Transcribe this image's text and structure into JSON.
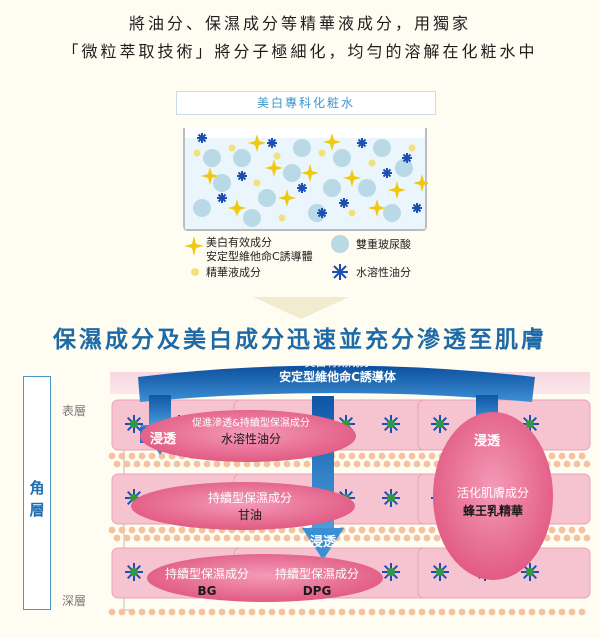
{
  "intro": {
    "line1": "將油分、保濕成分等精華液成分，用獨家",
    "line2": "「微粒萃取技術」將分子極細化，均勻的溶解在化粧水中"
  },
  "product": {
    "title": "美白專科化粧水"
  },
  "legend": {
    "star": [
      "美白有效成分",
      "安定型維他命C誘導體"
    ],
    "yellow_dot": "精華液成分",
    "blue_circle": "雙重玻尿酸",
    "blue_star": "水溶性油分"
  },
  "headline": "保濕成分及美白成分迅速並充分滲透至肌膚",
  "diagram": {
    "top_arc": {
      "line1": "美白有効成分",
      "line2": "安定型維他命C誘導体"
    },
    "left_label_top": "表層",
    "left_label_bottom": "深層",
    "horny_layer": [
      "角",
      "層"
    ],
    "penetrate": "浸透",
    "ellipse1": {
      "line1": "促進滲透&持續型保濕成分",
      "line2": "水溶性油分"
    },
    "ellipse2": {
      "line1": "持續型保濕成分",
      "line2": "甘油"
    },
    "ellipse3": {
      "line1": "持續型保濕成分",
      "line2": "BG"
    },
    "ellipse4": {
      "line1": "持續型保濕成分",
      "line2": "DPG"
    },
    "ellipse5": {
      "line1": "活化肌膚成分",
      "line2": "蜂王乳精華"
    }
  },
  "colors": {
    "blue": "#1e6fb5",
    "pink": "#e8638f",
    "cell": "#f6c4d0",
    "dot": "#f4c29e"
  }
}
